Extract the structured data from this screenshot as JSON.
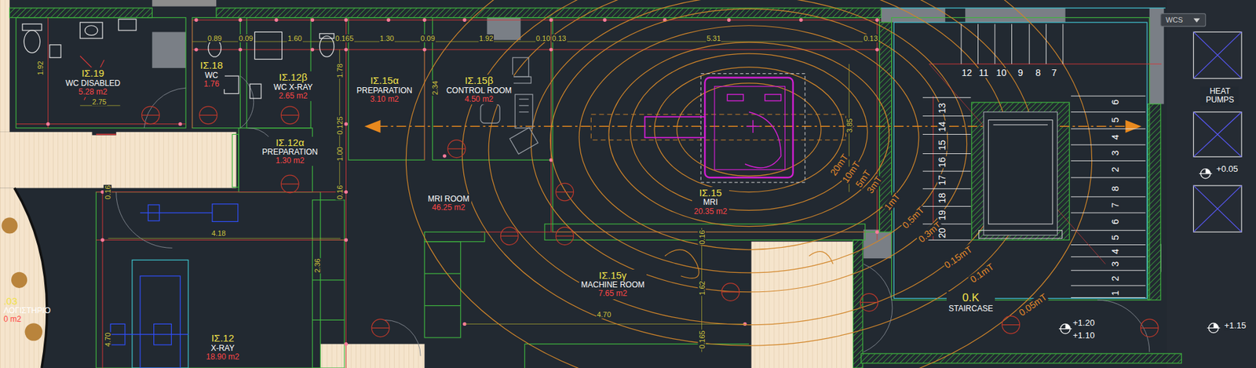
{
  "diagram": {
    "nodes": [
      {
        "text": [
          "ΙΣ.19",
          "WC DISABLED",
          "5.28 m2"
        ]
      },
      {
        "text": [
          "ΙΣ.18",
          "WC",
          "1.76"
        ]
      },
      {
        "text": [
          "ΙΣ.12β",
          "WC X-RAY",
          "2.65 m2"
        ]
      },
      {
        "text": [
          "ΙΣ.15α",
          "PREPARATION",
          "3.10 m2"
        ]
      },
      {
        "text": [
          "ΙΣ.15β",
          "CONTROL ROOM",
          "4.50 m2"
        ]
      },
      {
        "text": [
          "ΙΣ.12α",
          "PREPARATION",
          "1.30 m2"
        ]
      },
      {
        "text": [
          "MRI ROOM",
          "46.25 m2"
        ]
      },
      {
        "text": [
          "ΙΣ.15",
          "MRI",
          "20.35 m2"
        ]
      },
      {
        "text": [
          "ΙΣ.15γ",
          "MACHINE ROOM",
          "7.65 m2"
        ]
      },
      {
        "text": [
          "0.K",
          "STAIRCASE"
        ]
      },
      {
        "text": [
          "ΙΣ.12",
          "X-RAY",
          "18.90 m2"
        ]
      },
      {
        "text": [
          ".03",
          "ΛΟΓΙΣΤΗΡΙΟ",
          "0 m2"
        ]
      },
      {
        "text": [
          "HEAT PUMPS"
        ]
      }
    ],
    "labels": [
      "1.92",
      "0.89",
      "0.09",
      "1.60",
      "0.165",
      "1.30",
      "0.09",
      "1.92",
      "0.10",
      "0.13",
      "5.31",
      "0.13",
      "2.75",
      "1.78",
      "2.34",
      "3.85",
      "0.125",
      "1.00",
      "0.16",
      "0.16",
      "4.18",
      "2.36",
      "0.16",
      "1.62",
      "0.165",
      "4.70",
      "4.70",
      "20mT",
      "10mT",
      "5mT",
      "3mT",
      "1mT",
      "0.5mT",
      "0.3mT",
      "0.15mT",
      "0.1mT",
      "0.05mT",
      "12",
      "11",
      "10",
      "9",
      "8",
      "7",
      "13",
      "14",
      "15",
      "16",
      "17",
      "18",
      "19",
      "20",
      "6",
      "5",
      "4",
      "3",
      "2",
      "8",
      "7",
      "6",
      "5",
      "4",
      "3",
      "2",
      "1",
      "+0.05",
      "+1.20",
      "+1.10",
      "+1.15",
      "WCS"
    ]
  }
}
